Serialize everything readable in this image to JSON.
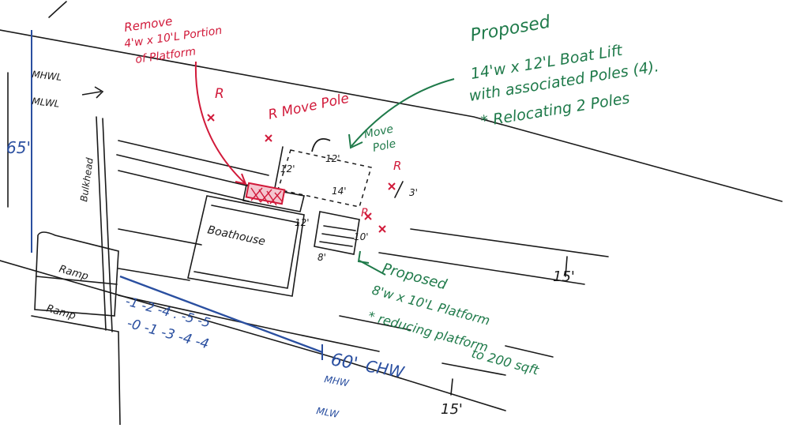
{
  "colors": {
    "pencil": "#1a1a1a",
    "red": "#d11a3a",
    "green": "#1f7a4a",
    "blue": "#2a4fa0"
  },
  "labels": {
    "remove_1": "Remove",
    "remove_2": "4'w x 10'L Portion",
    "remove_3": "of Platform",
    "proposed_lift_1": "Proposed",
    "proposed_lift_2": "14'w x 12'L Boat Lift",
    "proposed_lift_3": "with associated Poles (4).",
    "proposed_lift_4": "* Relocating 2 Poles",
    "move_pole_1": "R Move Pole",
    "move_pole_2": "Move",
    "move_pole_3": "Pole",
    "mhwl": "MHWL",
    "mlwl": "MLWL",
    "bulkhead": "Bulkhead",
    "width_65": "65'",
    "ramp": "Ramp",
    "ramp_2": "Ramp",
    "boathouse": "Boathouse",
    "dim_12_left": "12'",
    "dim_12_top": "12'",
    "dim_14": "14'",
    "dim_12_mid": "12'",
    "dim_3": "3'",
    "dim_10": "10'",
    "dim_8": "8'",
    "dim_15_right": "15'",
    "dim_15_bottom": "15'",
    "proposed_platform_1": "Proposed",
    "proposed_platform_2": "8'w x 10'L Platform",
    "proposed_platform_3": "* reducing platform",
    "proposed_platform_4": "to 200 sqft",
    "depth_row1": "-1   -2  -4   .   -5   -5",
    "depth_row2": "-0    -1   -3   -4   -4",
    "shoreline_60": "60'",
    "chw": "CHW",
    "mhw": "MHW",
    "mlw": "MLW",
    "r_mark": "R"
  }
}
